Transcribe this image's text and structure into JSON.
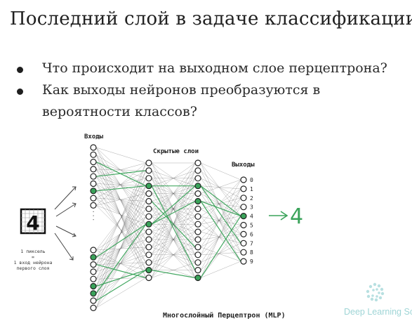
{
  "title": "Последний слой в задаче классификации",
  "bullets": [
    "Что происходит на выходном слое перцептрона?",
    "Как выходы нейронов преобразуются в вероятности классов?"
  ],
  "diagram": {
    "inputs_label": "Входы",
    "hidden_label": "Скрытые слои",
    "outputs_label": "Выходы",
    "digit_glyph": "4",
    "pixel_note_lines": [
      "1 пиксель",
      "=",
      "1 вход нейрона",
      "первого слоя"
    ],
    "ellipsis": "· · ·",
    "output_digits": [
      "0",
      "1",
      "2",
      "3",
      "4",
      "5",
      "6",
      "7",
      "8",
      "9"
    ],
    "result": "4",
    "caption": "Многослойный Перцептрон (MLP)",
    "green_color": "#3aa35a"
  },
  "watermark": {
    "text": "Deep Learning School",
    "color": "#7fc7c9"
  }
}
